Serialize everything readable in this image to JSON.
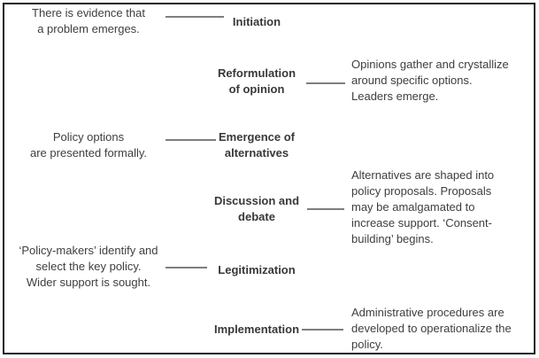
{
  "diagram": {
    "description": "Stages of policy process flow diagram",
    "stages": [
      {
        "label": "Initiation",
        "left_text": "There is evidence that\na problem emerges."
      },
      {
        "label": "Reformulation\nof opinion",
        "right_text": "Opinions gather and crystallize\naround specific options.\nLeaders emerge."
      },
      {
        "label": "Emergence of\nalternatives",
        "left_text": "Policy options\nare presented formally."
      },
      {
        "label": "Discussion and\ndebate",
        "right_text": "Alternatives are shaped into\npolicy proposals. Proposals\nmay be amalgamated to\nincrease support. ‘Consent-\nbuilding’ begins."
      },
      {
        "label": "Legitimization",
        "left_text": "‘Policy-makers’ identify and\nselect the key policy.\nWider support is sought."
      },
      {
        "label": "Implementation",
        "right_text": "Administrative procedures are\ndeveloped to operationalize the\npolicy."
      }
    ],
    "colors": {
      "text": "#3e3e3e",
      "connector_line": "#7e7e7e",
      "border": "#1c1c1c",
      "background": "#ffffff"
    }
  }
}
